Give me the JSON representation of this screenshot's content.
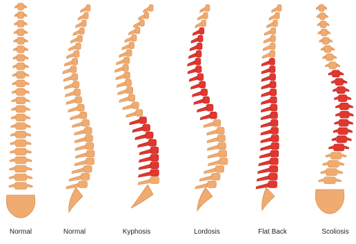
{
  "colors": {
    "bone": "#f0ab70",
    "bone_edge": "#d98f52",
    "highlight": "#e2362f",
    "highlight_edge": "#b82521",
    "label": "#222222"
  },
  "spines": [
    {
      "label": "Normal",
      "view": "front",
      "highlight": false
    },
    {
      "label": "Normal",
      "view": "side",
      "highlight": false
    },
    {
      "label": "Kyphosis",
      "view": "side",
      "highlight": true
    },
    {
      "label": "Lordosis",
      "view": "side",
      "highlight": true
    },
    {
      "label": "Flat Back",
      "view": "side",
      "highlight": true
    },
    {
      "label": "Scoliosis",
      "view": "front",
      "highlight": true
    }
  ]
}
